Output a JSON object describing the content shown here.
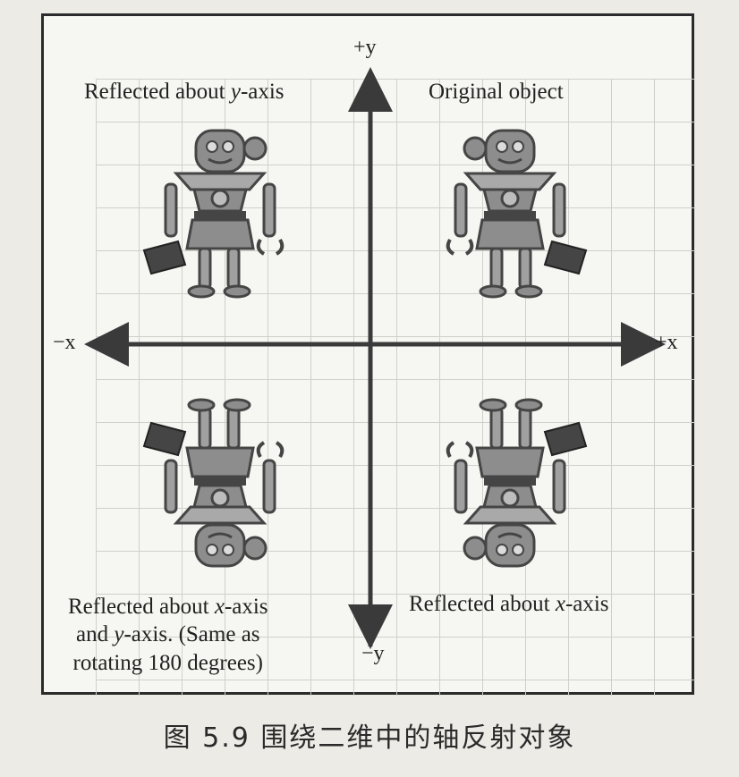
{
  "axes": {
    "pos_y": "+y",
    "neg_y": "−y",
    "pos_x": "+x",
    "neg_x": "−x"
  },
  "quadrants": {
    "top_left": {
      "pre": "Reflected about ",
      "axis": "y",
      "post": "-axis"
    },
    "top_right": {
      "text": "Original object"
    },
    "bottom_right": {
      "pre": "Reflected about ",
      "axis": "x",
      "post": "-axis"
    },
    "bottom_left": {
      "line1_pre": "Reflected about ",
      "line1_axis": "x",
      "line1_post": "-axis",
      "line2_pre": "and ",
      "line2_axis": "y",
      "line2_post": "-axis.  (Same as",
      "line3": "rotating 180 degrees)"
    }
  },
  "caption": "图 5.9   围绕二维中的轴反射对象",
  "colors": {
    "axis": "#3a3a3a",
    "robot_body": "#8d8d8d",
    "robot_dark": "#454545"
  },
  "robot_icon": "robot-icon"
}
